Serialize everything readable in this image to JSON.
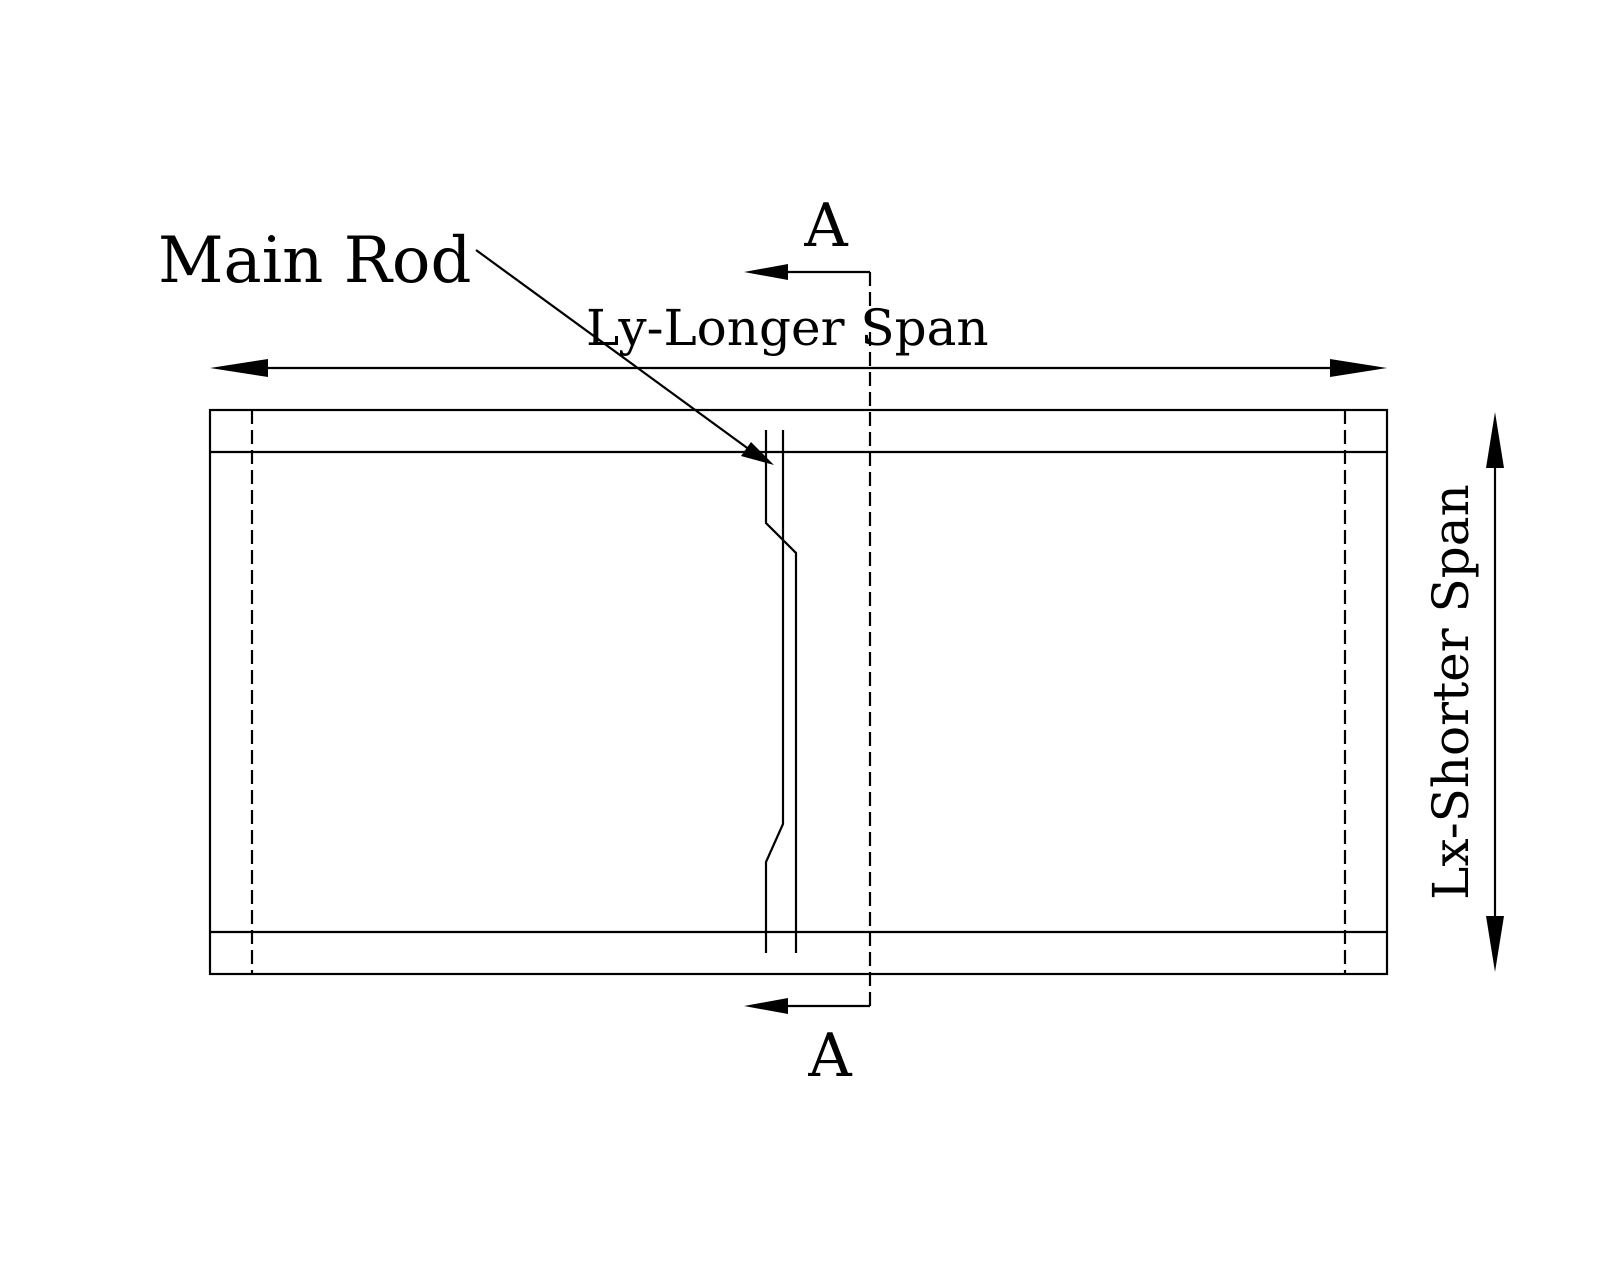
{
  "labels": {
    "main_rod": "Main Rod",
    "longer_span": "Ly-Longer Span",
    "shorter_span": "Lx-Shorter Span",
    "section_top": "A",
    "section_bottom": "A"
  },
  "colors": {
    "line": "#000000",
    "background": "#ffffff"
  }
}
